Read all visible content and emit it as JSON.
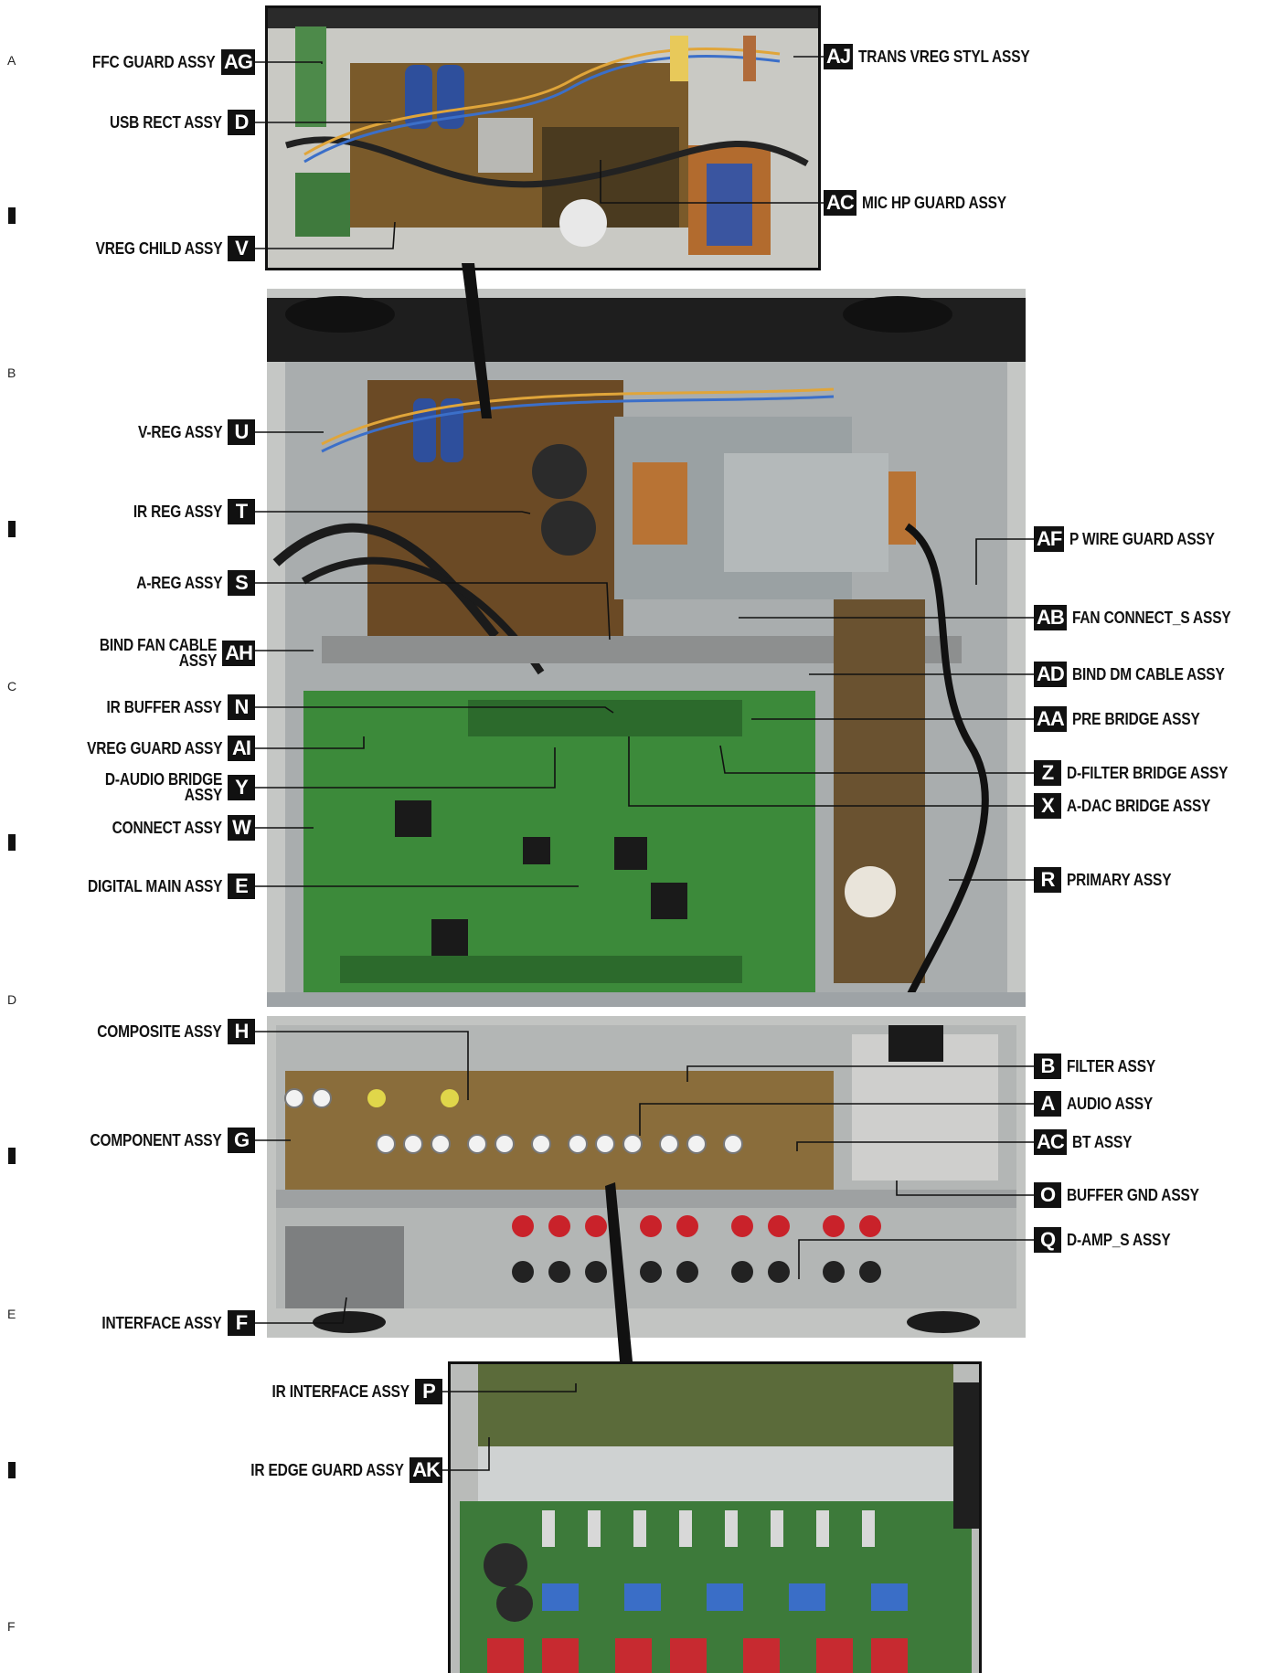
{
  "row_letters": [
    "A",
    "B",
    "C",
    "D",
    "E",
    "F"
  ],
  "labels": [
    {
      "id": "fcc",
      "text": "FFC GUARD ASSY",
      "code": "AG",
      "side": "left"
    },
    {
      "id": "usb",
      "text": "USB RECT ASSY",
      "code": "D",
      "side": "left"
    },
    {
      "id": "vregchild",
      "text": "VREG CHILD ASSY",
      "code": "V",
      "side": "left"
    },
    {
      "id": "trans",
      "text": "TRANS VREG STYL ASSY",
      "code": "AJ",
      "side": "right"
    },
    {
      "id": "mic",
      "text": "MIC HP GUARD ASSY",
      "code": "AC",
      "side": "right"
    },
    {
      "id": "vreg",
      "text": "V-REG ASSY",
      "code": "U",
      "side": "left"
    },
    {
      "id": "irreg",
      "text": "IR REG ASSY",
      "code": "T",
      "side": "left"
    },
    {
      "id": "areg",
      "text": "A-REG ASSY",
      "code": "S",
      "side": "left"
    },
    {
      "id": "bindfan",
      "text": "BIND FAN CABLE ASSY",
      "code": "AH",
      "side": "left",
      "line1": "BIND FAN CABLE",
      "line2": "ASSY"
    },
    {
      "id": "irbuf",
      "text": "IR BUFFER ASSY",
      "code": "N",
      "side": "left"
    },
    {
      "id": "vregguard",
      "text": "VREG GUARD ASSY",
      "code": "AI",
      "side": "left"
    },
    {
      "id": "daudio",
      "text": "D-AUDIO BRIDGE ASSY",
      "code": "Y",
      "side": "left",
      "line1": "D-AUDIO BRIDGE",
      "line2": "ASSY"
    },
    {
      "id": "connect",
      "text": "CONNECT ASSY",
      "code": "W",
      "side": "left"
    },
    {
      "id": "digital",
      "text": "DIGITAL MAIN ASSY",
      "code": "E",
      "side": "left"
    },
    {
      "id": "pwire",
      "text": "P WIRE GUARD ASSY",
      "code": "AF",
      "side": "right"
    },
    {
      "id": "fanconn",
      "text": "FAN CONNECT_S ASSY",
      "code": "AB",
      "side": "right"
    },
    {
      "id": "binddm",
      "text": "BIND DM CABLE ASSY",
      "code": "AD",
      "side": "right"
    },
    {
      "id": "prebridge",
      "text": "PRE BRIDGE ASSY",
      "code": "AA",
      "side": "right"
    },
    {
      "id": "dfilter",
      "text": "D-FILTER BRIDGE ASSY",
      "code": "Z",
      "side": "right"
    },
    {
      "id": "adac",
      "text": "A-DAC BRIDGE ASSY",
      "code": "X",
      "side": "right"
    },
    {
      "id": "primary",
      "text": "PRIMARY ASSY",
      "code": "R",
      "side": "right"
    },
    {
      "id": "composite",
      "text": "COMPOSITE ASSY",
      "code": "H",
      "side": "left"
    },
    {
      "id": "component",
      "text": "COMPONENT ASSY",
      "code": "G",
      "side": "left"
    },
    {
      "id": "interface",
      "text": "INTERFACE ASSY",
      "code": "F",
      "side": "left"
    },
    {
      "id": "filter",
      "text": "FILTER ASSY",
      "code": "B",
      "side": "right"
    },
    {
      "id": "audio",
      "text": "AUDIO ASSY",
      "code": "A",
      "side": "right"
    },
    {
      "id": "bt",
      "text": "BT ASSY",
      "code": "AC",
      "side": "right"
    },
    {
      "id": "bufgnd",
      "text": "BUFFER GND ASSY",
      "code": "O",
      "side": "right"
    },
    {
      "id": "damp",
      "text": "D-AMP_S ASSY",
      "code": "Q",
      "side": "right"
    },
    {
      "id": "irif",
      "text": "IR INTERFACE ASSY",
      "code": "P",
      "side": "left"
    },
    {
      "id": "iredge",
      "text": "IR EDGE GUARD ASSY",
      "code": "AK",
      "side": "left"
    }
  ]
}
